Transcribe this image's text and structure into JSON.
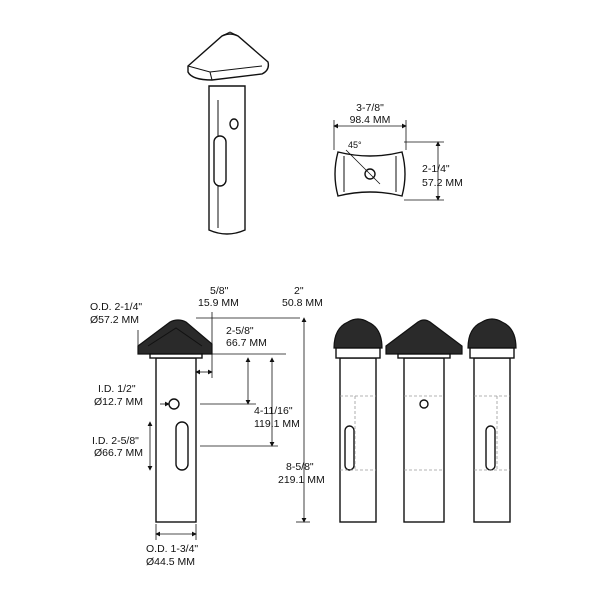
{
  "top_view": {
    "width_in": "3-7/8\"",
    "width_mm": "98.4 MM",
    "angle": "45°",
    "height_in": "2-1/4\"",
    "height_mm": "57.2 MM"
  },
  "main_view": {
    "cap_width_in": "5/8\"",
    "cap_width_mm": "15.9 MM",
    "cap_height_in": "2\"",
    "cap_height_mm": "50.8 MM",
    "od_top_label": "O.D. 2-1/4\"",
    "od_top_mm": "Ø57.2 MM",
    "slot_top_in": "2-5/8\"",
    "slot_top_mm": "66.7 MM",
    "id_small_label": "I.D. 1/2\"",
    "id_small_mm": "Ø12.7 MM",
    "depth_in": "4-11/16\"",
    "depth_mm": "119.1 MM",
    "id_slot_label": "I.D. 2-5/8\"",
    "id_slot_mm": "Ø66.7 MM",
    "total_in": "8-5/8\"",
    "total_mm": "219.1 MM",
    "od_bottom_label": "O.D. 1-3/4\"",
    "od_bottom_mm": "Ø44.5 MM"
  }
}
